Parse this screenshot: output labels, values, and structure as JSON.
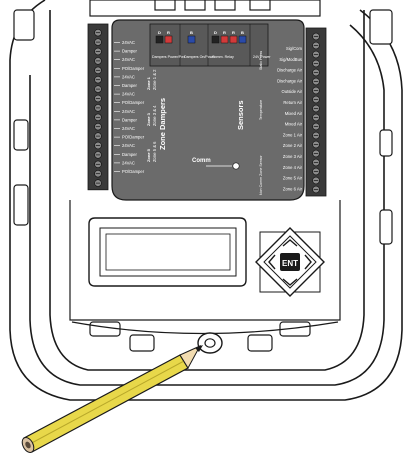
{
  "panel": {
    "zone_dampers": "Zone Dampers",
    "sensors": "Sensors",
    "comm": "Comm",
    "zone_sensor": "Non Comm Zone Sensor",
    "temperature": "Temperature",
    "static_press": "Static Press",
    "enter_key": "ENT"
  },
  "zone_groups": [
    {
      "zone": "Zone 1",
      "label": "Zone 1 & 2"
    },
    {
      "zone": "Zone 3",
      "label": "Zone 3 & 4"
    },
    {
      "zone": "Zone 5",
      "label": "Zone 5 & 6"
    }
  ],
  "damper_terminals": [
    "24VAC",
    "Damper",
    "24VAC",
    "PO/Damper",
    "24VAC",
    "Damper",
    "24VAC",
    "PO/Damper",
    "24VAC",
    "Damper",
    "24VAC",
    "PO/Damper",
    "24VAC",
    "Damper",
    "24VAC",
    "PO/Damper"
  ],
  "sensor_terminals": [
    "Sig/Com",
    "Sig/ModBus",
    "Discharge Air",
    "Discharge Air",
    "Outside Air",
    "Return Air",
    "Mixed Air",
    "Mixed Air",
    "Zone 1 Air",
    "Zone 2 Air",
    "Zone 3 Air",
    "Zone 4 Air",
    "Zone 5 Air",
    "Zone 6 Air"
  ],
  "top_terminals": {
    "left_letters": [
      "D",
      "R"
    ],
    "mid_letters": [
      "B"
    ],
    "right_letters": [
      "D",
      "R",
      "R",
      "B"
    ],
    "label_a": "Dampers Power/Pwr",
    "label_b": "Dampers On/Power",
    "label_c": "Comm. Relay",
    "label_d": "24V Power"
  }
}
